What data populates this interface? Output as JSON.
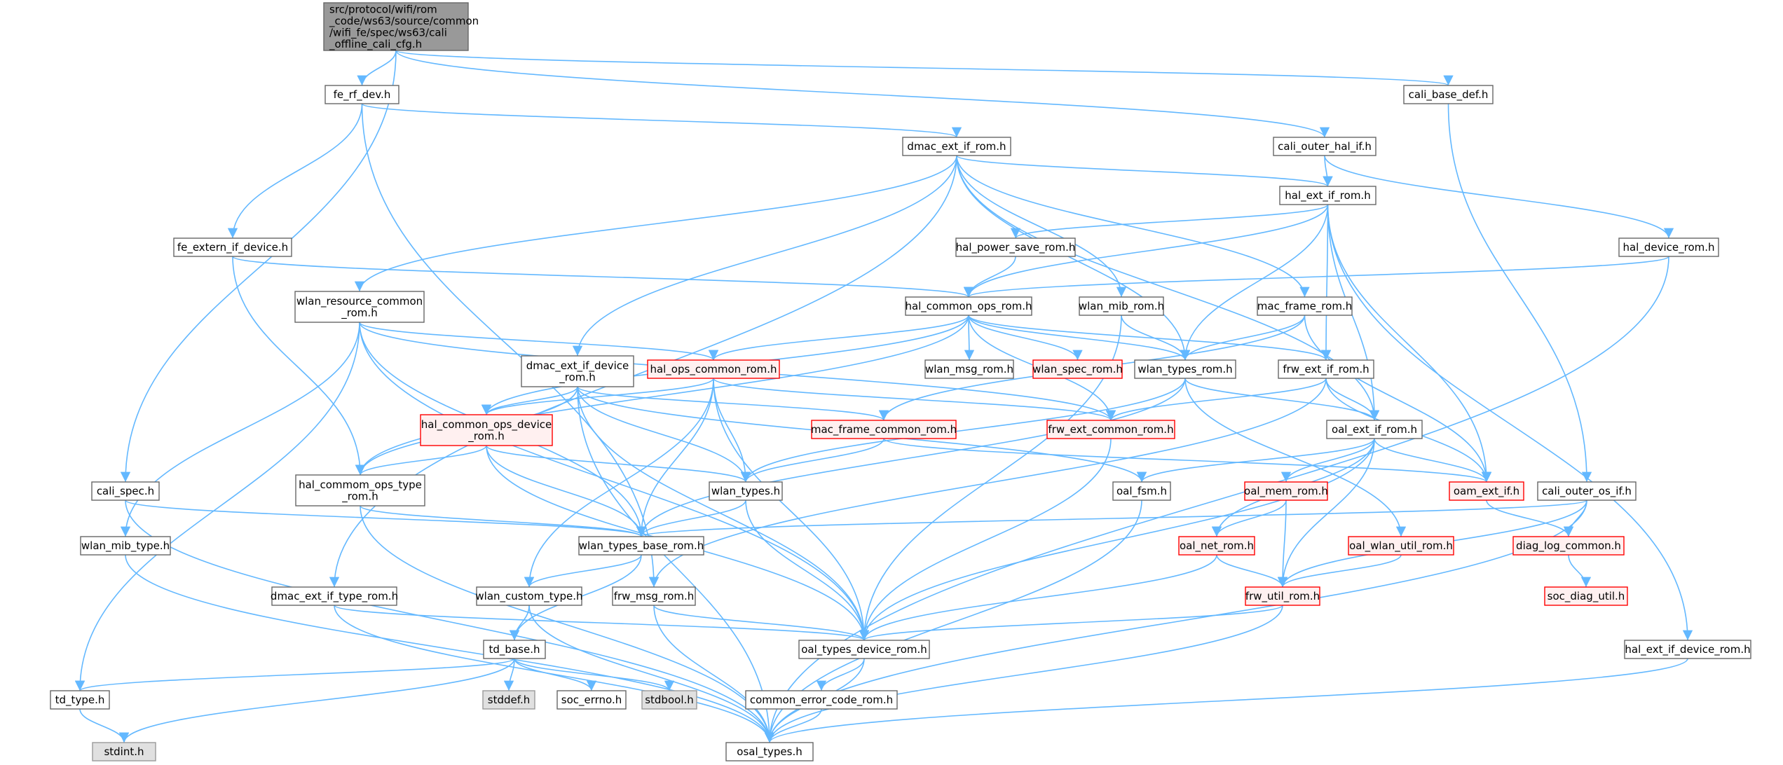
{
  "colors": {
    "edge": "#63b8ff",
    "normal_fill": "#ffffff",
    "normal_stroke": "#666666",
    "root_fill": "#999999",
    "root_stroke": "#666666",
    "missing_fill": "#fff0f0",
    "missing_stroke": "#ff0000",
    "missing_text": "#ff0000",
    "external_fill": "#e0e0e0",
    "external_stroke": "#999999"
  },
  "nodes": [
    {
      "id": "root",
      "label_lines": [
        "src/protocol/wifi/rom",
        "_code/ws63/source/common",
        "/wifi_fe/spec/ws63/cali",
        "_offline_cali_cfg.h"
      ],
      "kind": "root"
    },
    {
      "id": "fe_rf_dev",
      "label_lines": [
        "fe_rf_dev.h"
      ],
      "kind": "normal"
    },
    {
      "id": "cali_base_def",
      "label_lines": [
        "cali_base_def.h"
      ],
      "kind": "normal"
    },
    {
      "id": "dmac_ext_if_rom",
      "label_lines": [
        "dmac_ext_if_rom.h"
      ],
      "kind": "normal"
    },
    {
      "id": "cali_outer_hal_if",
      "label_lines": [
        "cali_outer_hal_if.h"
      ],
      "kind": "normal"
    },
    {
      "id": "hal_ext_if_rom",
      "label_lines": [
        "hal_ext_if_rom.h"
      ],
      "kind": "normal"
    },
    {
      "id": "fe_extern_if_device",
      "label_lines": [
        "fe_extern_if_device.h"
      ],
      "kind": "normal"
    },
    {
      "id": "hal_power_save_rom",
      "label_lines": [
        "hal_power_save_rom.h"
      ],
      "kind": "normal"
    },
    {
      "id": "hal_device_rom",
      "label_lines": [
        "hal_device_rom.h"
      ],
      "kind": "normal"
    },
    {
      "id": "wlan_resource_common_rom",
      "label_lines": [
        "wlan_resource_common",
        "_rom.h"
      ],
      "kind": "normal"
    },
    {
      "id": "hal_common_ops_rom",
      "label_lines": [
        "hal_common_ops_rom.h"
      ],
      "kind": "normal"
    },
    {
      "id": "wlan_mib_rom",
      "label_lines": [
        "wlan_mib_rom.h"
      ],
      "kind": "normal"
    },
    {
      "id": "mac_frame_rom",
      "label_lines": [
        "mac_frame_rom.h"
      ],
      "kind": "normal"
    },
    {
      "id": "dmac_ext_if_device_rom",
      "label_lines": [
        "dmac_ext_if_device",
        "_rom.h"
      ],
      "kind": "normal"
    },
    {
      "id": "hal_ops_common_rom",
      "label_lines": [
        "hal_ops_common_rom.h"
      ],
      "kind": "missing"
    },
    {
      "id": "wlan_msg_rom",
      "label_lines": [
        "wlan_msg_rom.h"
      ],
      "kind": "normal"
    },
    {
      "id": "wlan_spec_rom",
      "label_lines": [
        "wlan_spec_rom.h"
      ],
      "kind": "missing"
    },
    {
      "id": "wlan_types_rom",
      "label_lines": [
        "wlan_types_rom.h"
      ],
      "kind": "normal"
    },
    {
      "id": "frw_ext_if_rom",
      "label_lines": [
        "frw_ext_if_rom.h"
      ],
      "kind": "normal"
    },
    {
      "id": "hal_common_ops_device_rom",
      "label_lines": [
        "hal_common_ops_device",
        "_rom.h"
      ],
      "kind": "missing"
    },
    {
      "id": "mac_frame_common_rom",
      "label_lines": [
        "mac_frame_common_rom.h"
      ],
      "kind": "missing"
    },
    {
      "id": "frw_ext_common_rom",
      "label_lines": [
        "frw_ext_common_rom.h"
      ],
      "kind": "missing"
    },
    {
      "id": "oal_ext_if_rom",
      "label_lines": [
        "oal_ext_if_rom.h"
      ],
      "kind": "normal"
    },
    {
      "id": "cali_spec",
      "label_lines": [
        "cali_spec.h"
      ],
      "kind": "normal"
    },
    {
      "id": "hal_commom_ops_type_rom",
      "label_lines": [
        "hal_commom_ops_type",
        "_rom.h"
      ],
      "kind": "normal"
    },
    {
      "id": "wlan_types",
      "label_lines": [
        "wlan_types.h"
      ],
      "kind": "normal"
    },
    {
      "id": "oal_fsm",
      "label_lines": [
        "oal_fsm.h"
      ],
      "kind": "normal"
    },
    {
      "id": "oal_mem_rom",
      "label_lines": [
        "oal_mem_rom.h"
      ],
      "kind": "missing"
    },
    {
      "id": "oam_ext_if",
      "label_lines": [
        "oam_ext_if.h"
      ],
      "kind": "missing"
    },
    {
      "id": "cali_outer_os_if",
      "label_lines": [
        "cali_outer_os_if.h"
      ],
      "kind": "normal"
    },
    {
      "id": "wlan_mib_type",
      "label_lines": [
        "wlan_mib_type.h"
      ],
      "kind": "normal"
    },
    {
      "id": "wlan_types_base_rom",
      "label_lines": [
        "wlan_types_base_rom.h"
      ],
      "kind": "normal"
    },
    {
      "id": "oal_net_rom",
      "label_lines": [
        "oal_net_rom.h"
      ],
      "kind": "missing"
    },
    {
      "id": "oal_wlan_util_rom",
      "label_lines": [
        "oal_wlan_util_rom.h"
      ],
      "kind": "missing"
    },
    {
      "id": "diag_log_common",
      "label_lines": [
        "diag_log_common.h"
      ],
      "kind": "missing"
    },
    {
      "id": "soc_diag_util",
      "label_lines": [
        "soc_diag_util.h"
      ],
      "kind": "missing"
    },
    {
      "id": "dmac_ext_if_type_rom",
      "label_lines": [
        "dmac_ext_if_type_rom.h"
      ],
      "kind": "normal"
    },
    {
      "id": "wlan_custom_type",
      "label_lines": [
        "wlan_custom_type.h"
      ],
      "kind": "normal"
    },
    {
      "id": "frw_msg_rom",
      "label_lines": [
        "frw_msg_rom.h"
      ],
      "kind": "normal"
    },
    {
      "id": "frw_util_rom",
      "label_lines": [
        "frw_util_rom.h"
      ],
      "kind": "missing"
    },
    {
      "id": "td_base",
      "label_lines": [
        "td_base.h"
      ],
      "kind": "normal"
    },
    {
      "id": "oal_types_device_rom",
      "label_lines": [
        "oal_types_device_rom.h"
      ],
      "kind": "normal"
    },
    {
      "id": "hal_ext_if_device_rom",
      "label_lines": [
        "hal_ext_if_device_rom.h"
      ],
      "kind": "normal"
    },
    {
      "id": "td_type",
      "label_lines": [
        "td_type.h"
      ],
      "kind": "normal"
    },
    {
      "id": "stddef",
      "label_lines": [
        "stddef.h"
      ],
      "kind": "external"
    },
    {
      "id": "soc_errno",
      "label_lines": [
        "soc_errno.h"
      ],
      "kind": "normal"
    },
    {
      "id": "stdbool",
      "label_lines": [
        "stdbool.h"
      ],
      "kind": "external"
    },
    {
      "id": "common_error_code_rom",
      "label_lines": [
        "common_error_code_rom.h"
      ],
      "kind": "normal"
    },
    {
      "id": "stdint",
      "label_lines": [
        "stdint.h"
      ],
      "kind": "external"
    },
    {
      "id": "osal_types",
      "label_lines": [
        "osal_types.h"
      ],
      "kind": "normal"
    }
  ],
  "edges": [
    [
      "root",
      "fe_rf_dev"
    ],
    [
      "root",
      "cali_base_def"
    ],
    [
      "root",
      "cali_outer_hal_if"
    ],
    [
      "root",
      "cali_spec"
    ],
    [
      "fe_rf_dev",
      "dmac_ext_if_rom"
    ],
    [
      "fe_rf_dev",
      "fe_extern_if_device"
    ],
    [
      "fe_rf_dev",
      "frw_msg_rom"
    ],
    [
      "cali_base_def",
      "cali_outer_os_if"
    ],
    [
      "cali_outer_hal_if",
      "hal_ext_if_rom"
    ],
    [
      "cali_outer_hal_if",
      "hal_device_rom"
    ],
    [
      "dmac_ext_if_rom",
      "hal_ext_if_rom"
    ],
    [
      "dmac_ext_if_rom",
      "wlan_resource_common_rom"
    ],
    [
      "dmac_ext_if_rom",
      "wlan_mib_rom"
    ],
    [
      "dmac_ext_if_rom",
      "mac_frame_rom"
    ],
    [
      "dmac_ext_if_rom",
      "dmac_ext_if_device_rom"
    ],
    [
      "dmac_ext_if_rom",
      "wlan_types_rom"
    ],
    [
      "dmac_ext_if_rom",
      "oal_ext_if_rom"
    ],
    [
      "dmac_ext_if_rom",
      "dmac_ext_if_type_rom"
    ],
    [
      "hal_ext_if_rom",
      "hal_power_save_rom"
    ],
    [
      "hal_ext_if_rom",
      "hal_common_ops_rom"
    ],
    [
      "hal_ext_if_rom",
      "wlan_types_rom"
    ],
    [
      "hal_ext_if_rom",
      "frw_ext_if_rom"
    ],
    [
      "hal_ext_if_rom",
      "oal_ext_if_rom"
    ],
    [
      "hal_ext_if_rom",
      "oam_ext_if"
    ],
    [
      "hal_ext_if_rom",
      "hal_ext_if_device_rom"
    ],
    [
      "fe_extern_if_device",
      "hal_common_ops_rom"
    ],
    [
      "fe_extern_if_device",
      "hal_commom_ops_type_rom"
    ],
    [
      "hal_power_save_rom",
      "hal_common_ops_rom"
    ],
    [
      "hal_device_rom",
      "hal_common_ops_rom"
    ],
    [
      "hal_device_rom",
      "osal_types"
    ],
    [
      "wlan_resource_common_rom",
      "hal_ops_common_rom"
    ],
    [
      "wlan_resource_common_rom",
      "frw_ext_common_rom"
    ],
    [
      "wlan_resource_common_rom",
      "wlan_mib_type"
    ],
    [
      "wlan_resource_common_rom",
      "wlan_types_base_rom"
    ],
    [
      "wlan_resource_common_rom",
      "td_type"
    ],
    [
      "wlan_resource_common_rom",
      "oal_types_device_rom"
    ],
    [
      "hal_common_ops_rom",
      "hal_ops_common_rom"
    ],
    [
      "hal_common_ops_rom",
      "wlan_msg_rom"
    ],
    [
      "hal_common_ops_rom",
      "wlan_spec_rom"
    ],
    [
      "hal_common_ops_rom",
      "wlan_types_rom"
    ],
    [
      "hal_common_ops_rom",
      "frw_ext_if_rom"
    ],
    [
      "hal_common_ops_rom",
      "hal_common_ops_device_rom"
    ],
    [
      "hal_common_ops_rom",
      "frw_ext_common_rom"
    ],
    [
      "hal_common_ops_rom",
      "hal_commom_ops_type_rom"
    ],
    [
      "wlan_mib_rom",
      "wlan_types_rom"
    ],
    [
      "wlan_mib_rom",
      "oal_types_device_rom"
    ],
    [
      "mac_frame_rom",
      "wlan_types_rom"
    ],
    [
      "mac_frame_rom",
      "oam_ext_if"
    ],
    [
      "mac_frame_rom",
      "mac_frame_common_rom"
    ],
    [
      "dmac_ext_if_device_rom",
      "hal_common_ops_device_rom"
    ],
    [
      "dmac_ext_if_device_rom",
      "mac_frame_common_rom"
    ],
    [
      "dmac_ext_if_device_rom",
      "wlan_types"
    ],
    [
      "dmac_ext_if_device_rom",
      "oal_fsm"
    ],
    [
      "dmac_ext_if_device_rom",
      "oal_types_device_rom"
    ],
    [
      "dmac_ext_if_device_rom",
      "hal_commom_ops_type_rom"
    ],
    [
      "dmac_ext_if_device_rom",
      "osal_types"
    ],
    [
      "hal_ops_common_rom",
      "hal_common_ops_device_rom"
    ],
    [
      "hal_ops_common_rom",
      "frw_ext_common_rom"
    ],
    [
      "hal_ops_common_rom",
      "wlan_types"
    ],
    [
      "hal_ops_common_rom",
      "wlan_types_base_rom"
    ],
    [
      "hal_ops_common_rom",
      "wlan_custom_type"
    ],
    [
      "hal_ops_common_rom",
      "oal_types_device_rom"
    ],
    [
      "wlan_types_rom",
      "oal_ext_if_rom"
    ],
    [
      "wlan_types_rom",
      "wlan_types"
    ],
    [
      "wlan_types_rom",
      "wlan_types_base_rom"
    ],
    [
      "wlan_types_rom",
      "oal_wlan_util_rom"
    ],
    [
      "frw_ext_if_rom",
      "oal_ext_if_rom"
    ],
    [
      "frw_ext_if_rom",
      "frw_ext_common_rom"
    ],
    [
      "frw_ext_if_rom",
      "oam_ext_if"
    ],
    [
      "frw_ext_if_rom",
      "frw_msg_rom"
    ],
    [
      "hal_common_ops_device_rom",
      "hal_commom_ops_type_rom"
    ],
    [
      "hal_common_ops_device_rom",
      "wlan_types"
    ],
    [
      "hal_common_ops_device_rom",
      "wlan_types_base_rom"
    ],
    [
      "hal_common_ops_device_rom",
      "oal_types_device_rom"
    ],
    [
      "mac_frame_common_rom",
      "wlan_types"
    ],
    [
      "mac_frame_common_rom",
      "oam_ext_if"
    ],
    [
      "frw_ext_common_rom",
      "oal_types_device_rom"
    ],
    [
      "oal_ext_if_rom",
      "oal_fsm"
    ],
    [
      "oal_ext_if_rom",
      "oal_mem_rom"
    ],
    [
      "oal_ext_if_rom",
      "oam_ext_if"
    ],
    [
      "oal_ext_if_rom",
      "oal_net_rom"
    ],
    [
      "oal_ext_if_rom",
      "frw_util_rom"
    ],
    [
      "oal_ext_if_rom",
      "oal_types_device_rom"
    ],
    [
      "cali_spec",
      "wlan_types_base_rom"
    ],
    [
      "cali_spec",
      "osal_types"
    ],
    [
      "hal_commom_ops_type_rom",
      "wlan_types_base_rom"
    ],
    [
      "hal_commom_ops_type_rom",
      "osal_types"
    ],
    [
      "wlan_types",
      "wlan_types_base_rom"
    ],
    [
      "wlan_types",
      "oal_types_device_rom"
    ],
    [
      "oal_fsm",
      "osal_types"
    ],
    [
      "oal_mem_rom",
      "oal_net_rom"
    ],
    [
      "oal_mem_rom",
      "frw_util_rom"
    ],
    [
      "oam_ext_if",
      "diag_log_common"
    ],
    [
      "cali_outer_os_if",
      "wlan_types_base_rom"
    ],
    [
      "cali_outer_os_if",
      "diag_log_common"
    ],
    [
      "cali_outer_os_if",
      "frw_util_rom"
    ],
    [
      "cali_outer_os_if",
      "osal_types"
    ],
    [
      "wlan_mib_type",
      "osal_types"
    ],
    [
      "wlan_types_base_rom",
      "wlan_custom_type"
    ],
    [
      "wlan_types_base_rom",
      "td_base"
    ],
    [
      "oal_net_rom",
      "frw_util_rom"
    ],
    [
      "oal_net_rom",
      "oal_types_device_rom"
    ],
    [
      "oal_wlan_util_rom",
      "frw_util_rom"
    ],
    [
      "diag_log_common",
      "soc_diag_util"
    ],
    [
      "dmac_ext_if_type_rom",
      "oal_types_device_rom"
    ],
    [
      "dmac_ext_if_type_rom",
      "osal_types"
    ],
    [
      "wlan_custom_type",
      "td_base"
    ],
    [
      "wlan_custom_type",
      "osal_types"
    ],
    [
      "frw_msg_rom",
      "oal_types_device_rom"
    ],
    [
      "frw_msg_rom",
      "osal_types"
    ],
    [
      "frw_util_rom",
      "oal_types_device_rom"
    ],
    [
      "frw_util_rom",
      "osal_types"
    ],
    [
      "td_base",
      "td_type"
    ],
    [
      "td_base",
      "stddef"
    ],
    [
      "td_base",
      "soc_errno"
    ],
    [
      "td_base",
      "stdbool"
    ],
    [
      "td_base",
      "stdint"
    ],
    [
      "oal_types_device_rom",
      "common_error_code_rom"
    ],
    [
      "oal_types_device_rom",
      "osal_types"
    ],
    [
      "hal_ext_if_device_rom",
      "osal_types"
    ],
    [
      "td_type",
      "stdint"
    ],
    [
      "common_error_code_rom",
      "osal_types"
    ]
  ]
}
